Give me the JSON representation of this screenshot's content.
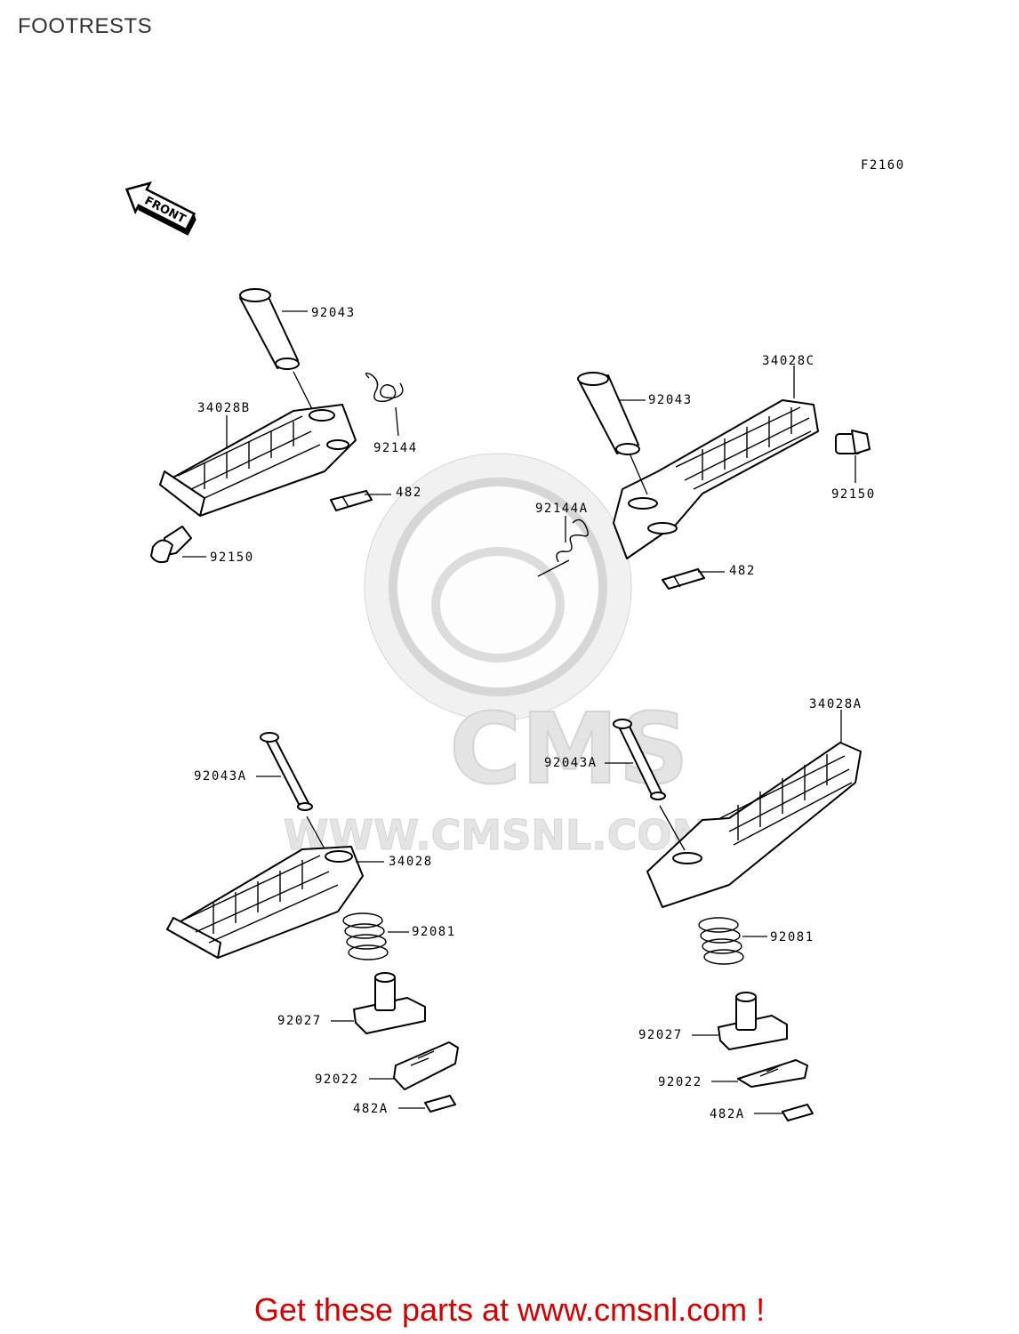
{
  "page": {
    "title": "FOOTRESTS",
    "figure_code": "F2160",
    "front_label": "FRONT",
    "footer": "Get these parts at www.cmsnl.com !"
  },
  "watermark": {
    "brand": "CMS",
    "url": "WWW.CMSNL.COM"
  },
  "callouts": {
    "upper_left": {
      "pin": "92043",
      "footpeg": "34028B",
      "spring": "92144",
      "clip": "482",
      "bolt": "92150"
    },
    "upper_right": {
      "footpeg": "34028C",
      "pin": "92043",
      "bolt": "92150",
      "spring": "92144A",
      "clip": "482"
    },
    "lower_left": {
      "pin": "92043A",
      "footpeg": "34028",
      "spring": "92081",
      "holder": "92027",
      "plate": "92022",
      "clip": "482A"
    },
    "lower_right": {
      "footpeg": "34028A",
      "pin": "92043A",
      "spring": "92081",
      "holder": "92027",
      "plate": "92022",
      "clip": "482A"
    }
  },
  "colors": {
    "footer_text": "#cc0000",
    "title_text": "#333333",
    "watermark": "#e6e6e6"
  }
}
